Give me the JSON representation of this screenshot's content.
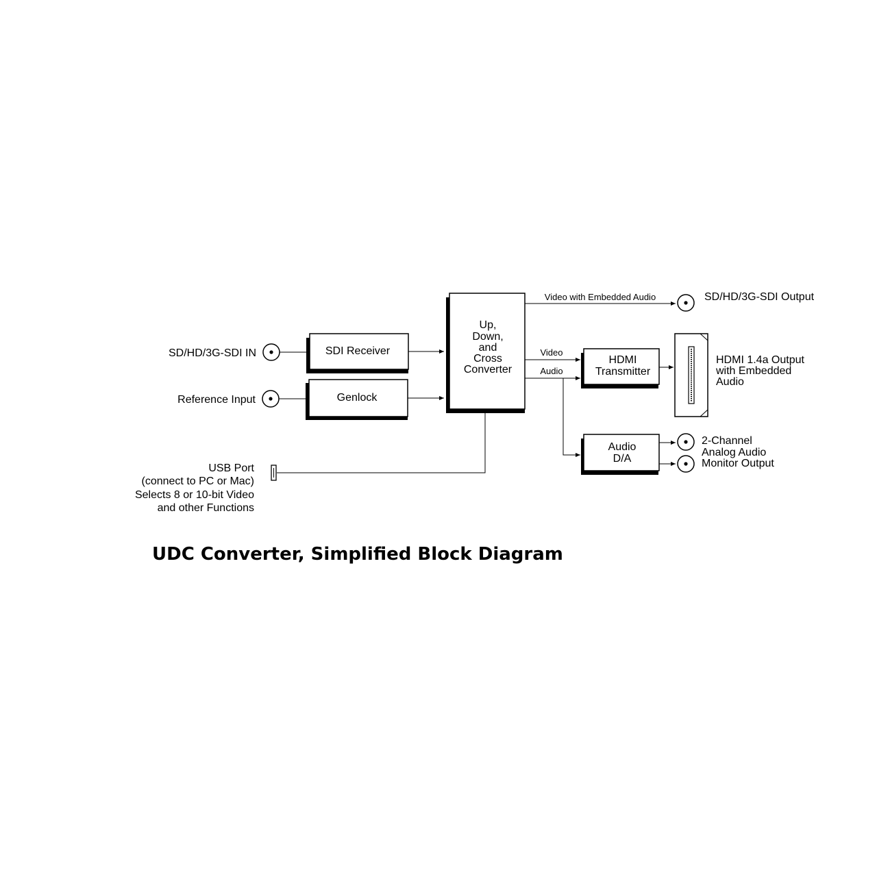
{
  "inputs": {
    "sdi_in": "SD/HD/3G-SDI IN",
    "reference": "Reference Input",
    "usb": [
      "USB Port",
      "(connect to PC or Mac)",
      "Selects 8 or 10-bit Video",
      "and other Functions"
    ]
  },
  "blocks": {
    "sdi_receiver": "SDI Receiver",
    "genlock": "Genlock",
    "converter": [
      "Up,",
      "Down,",
      "and",
      "Cross",
      "Converter"
    ],
    "hdmi_tx": [
      "HDMI",
      "Transmitter"
    ],
    "audio_da": [
      "Audio",
      "D/A"
    ]
  },
  "signals": {
    "video_embedded": "Video with Embedded Audio",
    "video": "Video",
    "audio": "Audio"
  },
  "outputs": {
    "sdi_out": "SD/HD/3G-SDI Output",
    "hdmi_out": [
      "HDMI 1.4a Output",
      "with Embedded",
      "Audio"
    ],
    "analog_out": [
      "2-Channel",
      "Analog Audio",
      "Monitor Output"
    ]
  },
  "caption": "UDC Converter, Simplified Block Diagram"
}
